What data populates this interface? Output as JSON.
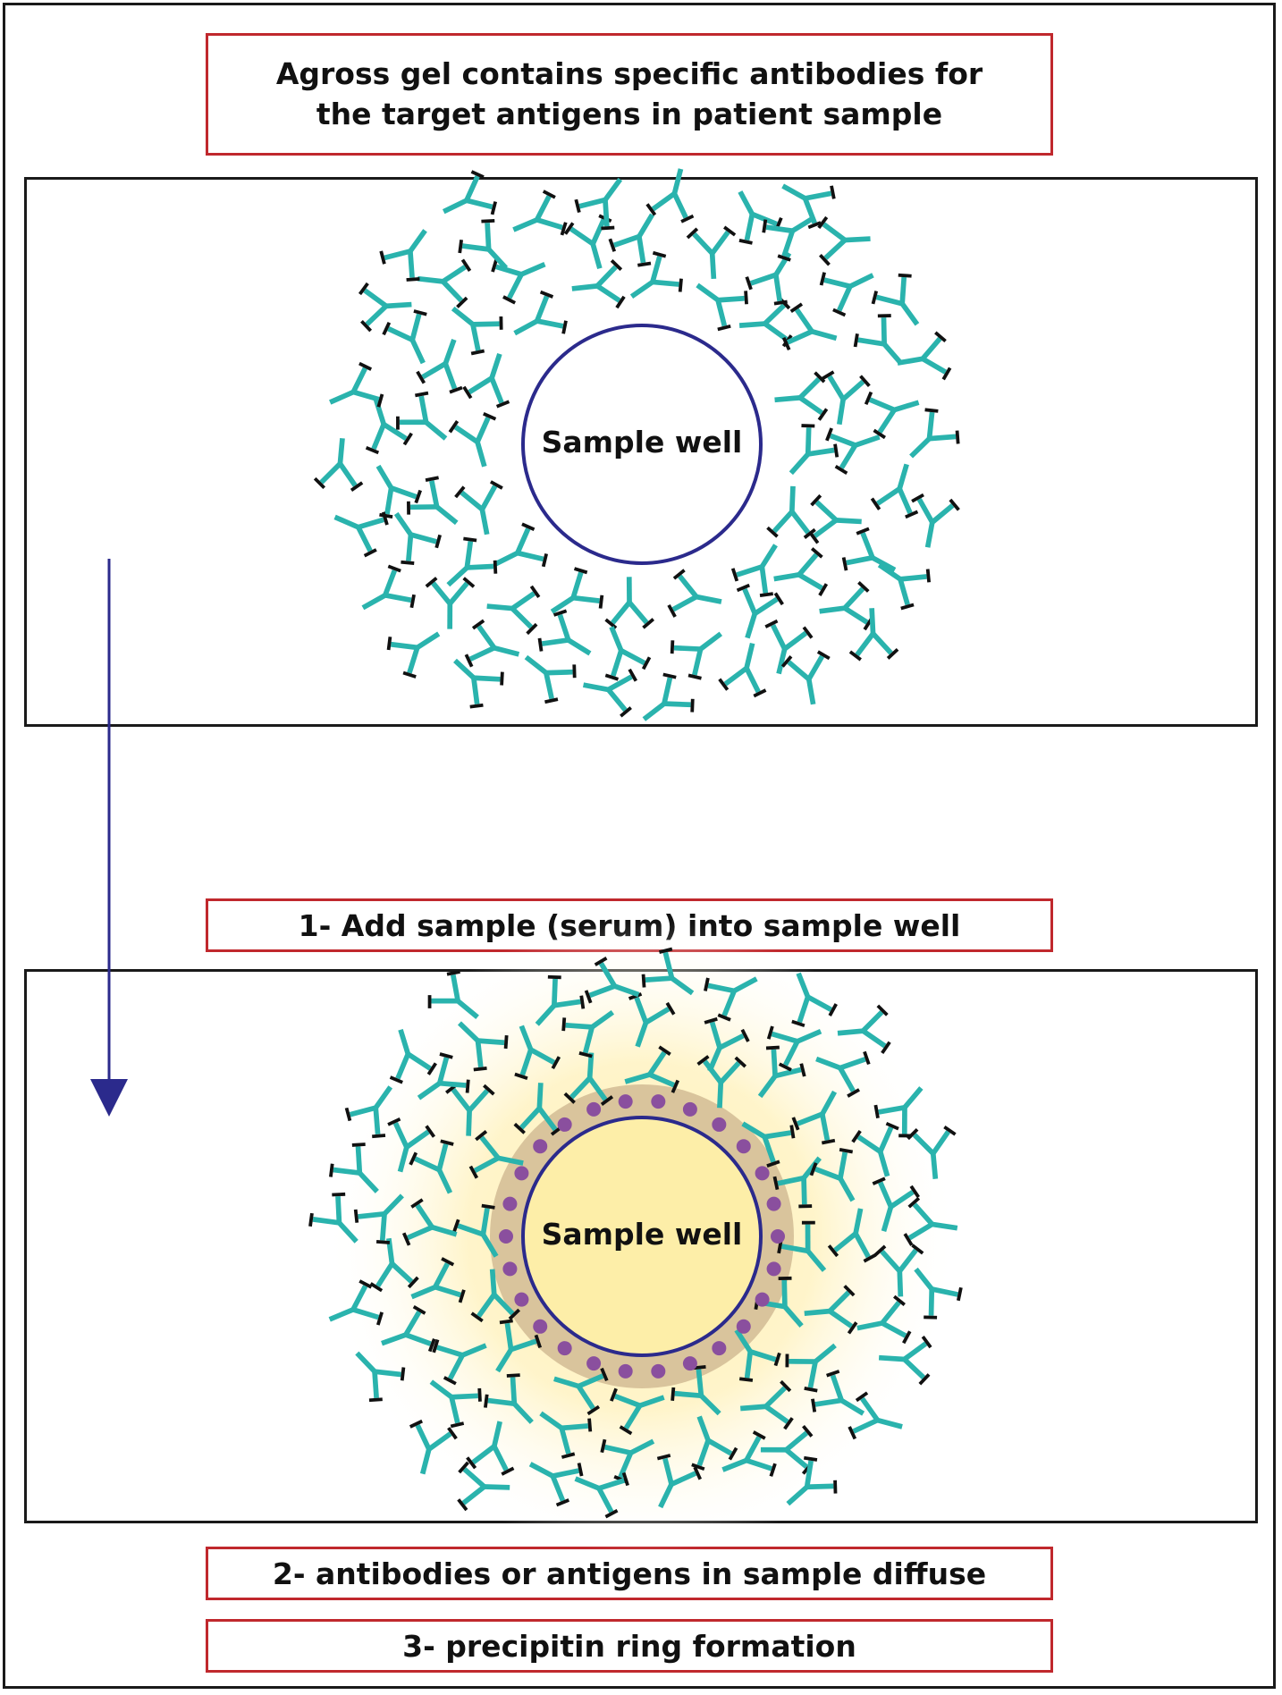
{
  "captions": {
    "top": "Agross gel contains specific antibodies for\nthe target antigens in patient sample",
    "step1": "1- Add sample (serum) into sample well",
    "step2": "2- antibodies or antigens in sample diffuse",
    "step3": "3- precipitin ring formation"
  },
  "panels": {
    "before": {
      "well_label": "Sample well"
    },
    "after": {
      "well_label": "Sample well"
    }
  },
  "colors": {
    "antibody": "#2ab3ad",
    "antigen_tip": "#111111",
    "well_outline": "#2b2a8c",
    "caption_border": "#c0282d",
    "precipitin_dot": "#8a4f9e",
    "precipitin_ring": "#d6c29a",
    "diffusion_glow": "#fff4c2",
    "arrow": "#2b2a8c"
  }
}
